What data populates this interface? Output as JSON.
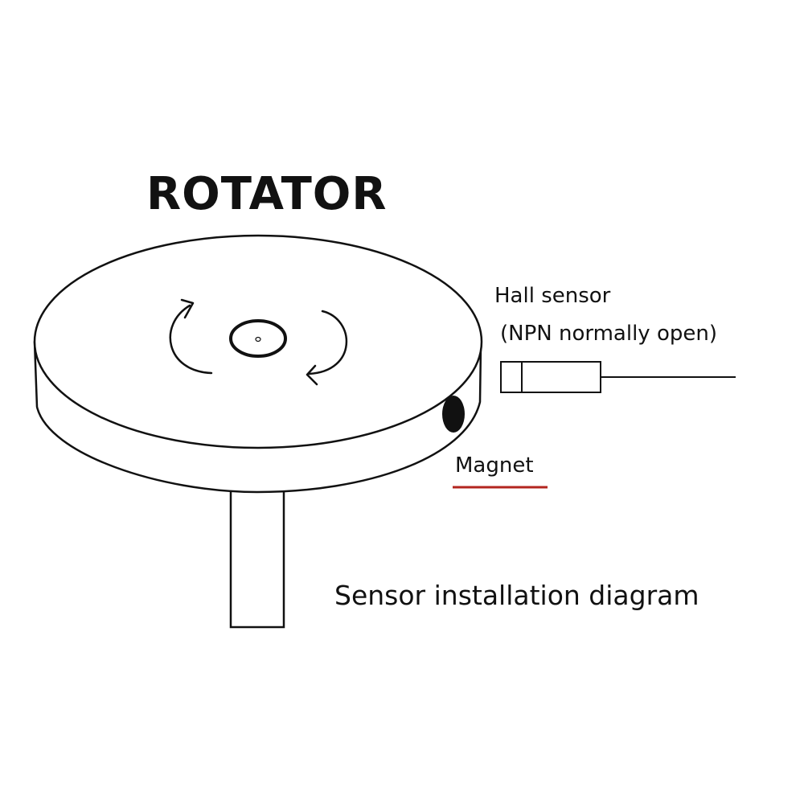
{
  "title": "ROTATOR",
  "sensor": {
    "name": "Hall sensor",
    "type": "(NPN normally open)"
  },
  "magnet": {
    "label": "Magnet",
    "underline_color": "#b3251f"
  },
  "caption": "Sensor installation diagram",
  "colors": {
    "stroke": "#111111",
    "background": "#ffffff"
  }
}
